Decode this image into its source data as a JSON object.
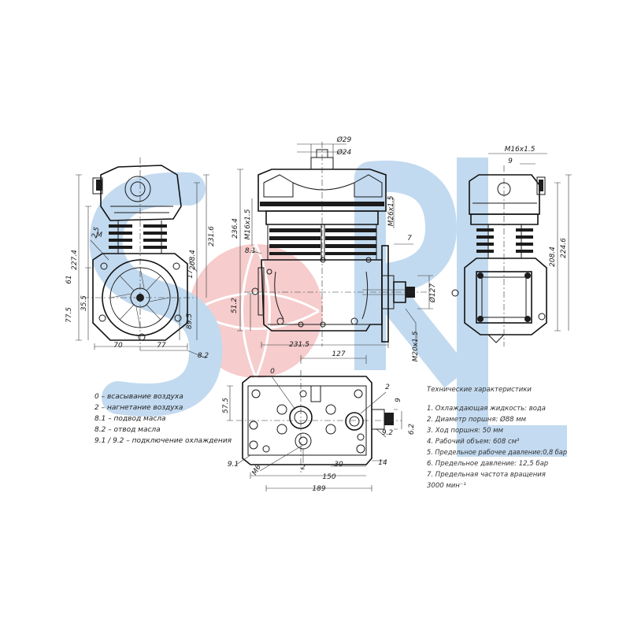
{
  "watermark": {
    "text": "SORL",
    "color_blue": "#bcd6ee",
    "color_red": "#f6c7c7"
  },
  "front_view": {
    "dims": [
      "227.4",
      "208.4",
      "231.6",
      "61",
      "35.5",
      "77.5",
      "70",
      "77",
      "89.5",
      "8.2",
      "17",
      "M",
      "2.5"
    ]
  },
  "side_view": {
    "dims": [
      "Ø29",
      "Ø24",
      "236.4",
      "M16x1.5",
      "M26x1.5",
      "8.1",
      "51.2",
      "Ø127",
      "231.5",
      "M20x1.5",
      "7"
    ]
  },
  "right_view": {
    "dims": [
      "M16x1.5",
      "9",
      "208.4",
      "224.6"
    ]
  },
  "top_view": {
    "dims": [
      "127",
      "0",
      "2",
      "57.5",
      "9",
      "9.2",
      "6.2",
      "9.1",
      "M6",
      "2",
      "30",
      "14",
      "150",
      "189"
    ]
  },
  "legend": [
    "0 – всасывание воздуха",
    "2 – нагнетание воздуха",
    "8.1 – подвод масла",
    "8.2 – отвод масла",
    "9.1 / 9.2 – подключение охлаждения"
  ],
  "specs": {
    "title": "Технические характеристики",
    "items": [
      "1. Охлаждающая жидкость: вода",
      "2. Диаметр поршня: Ø88 мм",
      "3. Ход поршня: 50 мм",
      "4. Рабочий объем: 608 см³",
      "5. Предельное рабочее давление:0,8 бар",
      "6. Предельное давление: 12,5 бар",
      "7. Предельная частота вращения",
      "3000 мин⁻¹"
    ]
  }
}
